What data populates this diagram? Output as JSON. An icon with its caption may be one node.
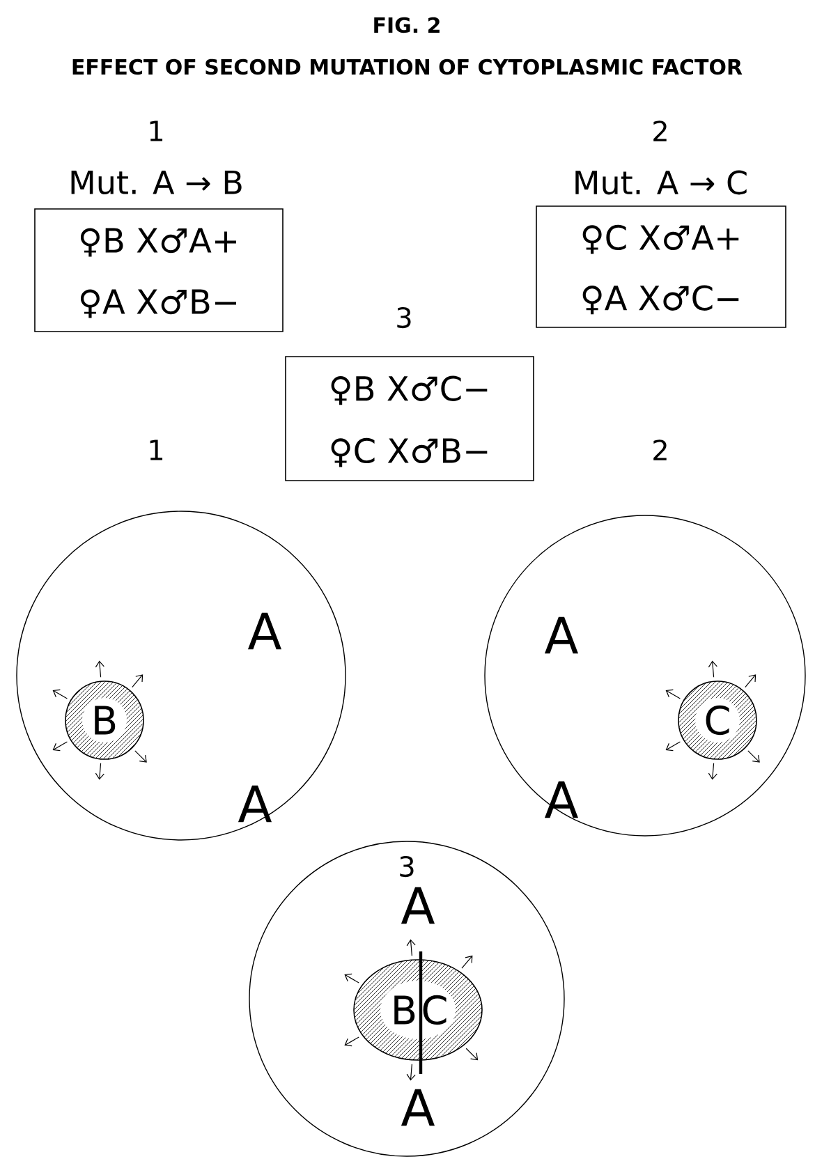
{
  "diagram": {
    "title": "EFFECT OF SECOND MUTATION OF CYTOPLASMIC FACTOR",
    "nodes": [
      {
        "text": [
          "Mut. A → B",
          "♀B X♂A+",
          "♀A X♂B−"
        ],
        "beside": [
          "1"
        ]
      },
      {
        "text": [
          "Mut. A → C",
          "♀C X♂A+",
          "♀A X♂C−"
        ],
        "beside": [
          "2"
        ]
      },
      {
        "text": [
          "♀B X♂C−",
          "♀C X♂B−"
        ],
        "beside": [
          "3"
        ]
      },
      {
        "text": [
          "A",
          "A"
        ],
        "beside": [
          "1"
        ]
      },
      {
        "text": [
          "B"
        ],
        "in": 3
      },
      {
        "text": [
          "A",
          "A"
        ],
        "beside": [
          "2"
        ]
      },
      {
        "text": [
          "C"
        ],
        "in": 5
      },
      {
        "text": [
          "A",
          "A"
        ],
        "beside": [
          "3"
        ]
      },
      {
        "text": [
          "B",
          "C"
        ],
        "in": 7
      }
    ],
    "labels": [
      "FIG. 2"
    ]
  }
}
